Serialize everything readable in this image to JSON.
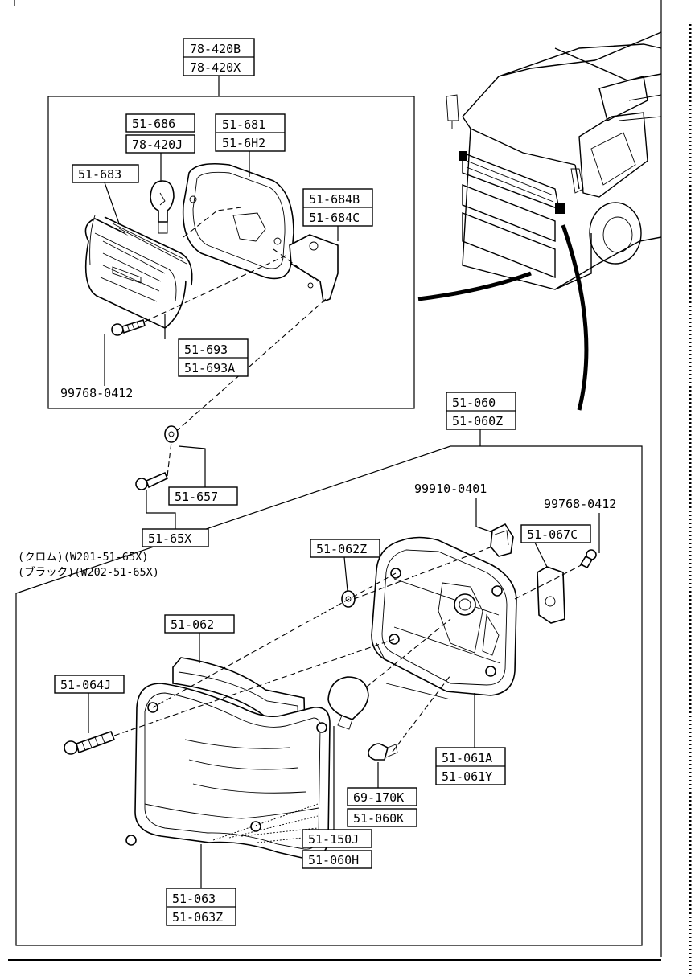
{
  "callouts": {
    "c78_420b": [
      "78-420B",
      "78-420X"
    ],
    "c51_686": "51-686",
    "c78_420j": "78-420J",
    "c51_681": [
      "51-681",
      "51-6H2"
    ],
    "c51_683": "51-683",
    "c51_684": [
      "51-684B",
      "51-684C"
    ],
    "c51_693": [
      "51-693",
      "51-693A"
    ],
    "c99768_a": "99768-0412",
    "c51_060": [
      "51-060",
      "51-060Z"
    ],
    "c51_657": "51-657",
    "c51_65x": "51-65X",
    "note_chrome": "(クロム)(W201-51-65X)",
    "note_black": "(ブラック)(W202-51-65X)",
    "c99910": "99910-0401",
    "c99768_b": "99768-0412",
    "c51_062z": "51-062Z",
    "c51_067c": "51-067C",
    "c51_062": "51-062",
    "c51_064j": "51-064J",
    "c51_061a": [
      "51-061A",
      "51-061Y"
    ],
    "c69_170k": "69-170K",
    "c51_060k": "51-060K",
    "c51_150j": "51-150J",
    "c51_060h": "51-060H",
    "c51_063": [
      "51-063",
      "51-063Z"
    ]
  }
}
